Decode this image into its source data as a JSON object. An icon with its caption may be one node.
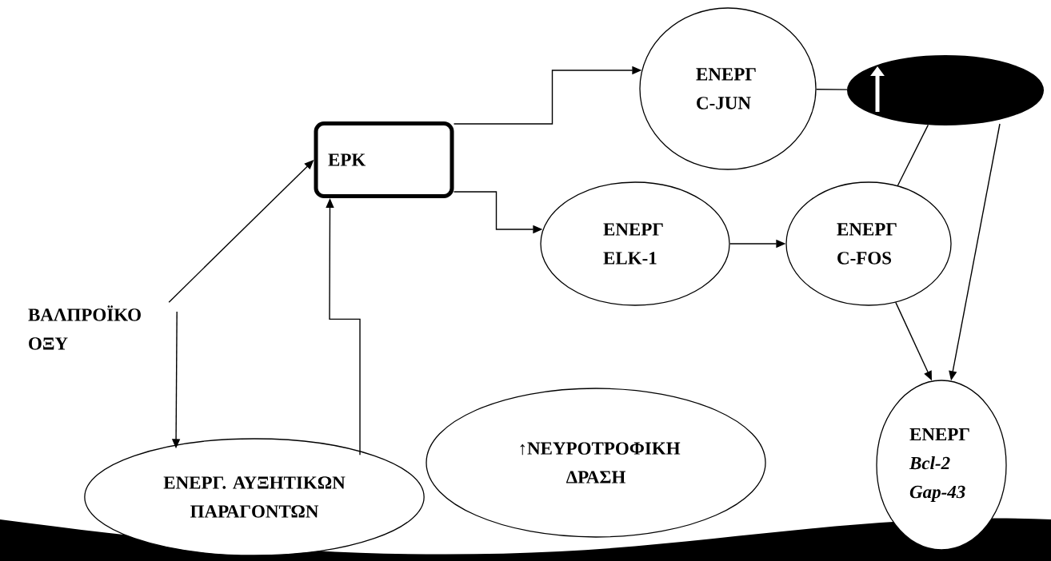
{
  "diagram": {
    "nodes": [
      {
        "text": [
          "ΒΑΛΠΡΟΪΚΟ ΟΞΥ"
        ]
      },
      {
        "text": [
          "ΕΡΚ"
        ]
      },
      {
        "text": [
          "ΕΝΕΡΓ C-JUN"
        ]
      },
      {
        "text": [],
        "shape": "ellipse"
      },
      {
        "text": [
          "ΕΝΕΡΓ ELK-1"
        ]
      },
      {
        "text": [
          "ΕΝΕΡΓ C-FOS"
        ]
      },
      {
        "text": [
          "ΕΝΕΡΓ. ΑΥΞΗΤΙΚΩΝ ΠΑΡΑΓΟΝΤΩΝ"
        ]
      },
      {
        "text": [
          "↑ΝΕΥΡΟΤΡΟΦΙΚΗ ΔΡΑΣΗ"
        ]
      },
      {
        "text": [
          "ΕΝΕΡΓ *Bcl-2 Gap-43*"
        ]
      }
    ],
    "edges": [
      {
        "from": 0,
        "to": 1,
        "arrow": "to"
      },
      {
        "from": 0,
        "to": 6,
        "arrow": "to"
      },
      {
        "from": 6,
        "to": 1,
        "arrow": "to"
      },
      {
        "from": 1,
        "to": 2,
        "arrow": "to"
      },
      {
        "from": 1,
        "to": 4,
        "arrow": "to"
      },
      {
        "from": 4,
        "to": 5,
        "arrow": "to"
      },
      {
        "from": 2,
        "to": 3,
        "arrow": "none"
      },
      {
        "from": 5,
        "to": 3,
        "arrow": "none"
      },
      {
        "from": 5,
        "to": 8,
        "arrow": "to"
      },
      {
        "from": 3,
        "to": 8,
        "arrow": "to"
      }
    ]
  }
}
